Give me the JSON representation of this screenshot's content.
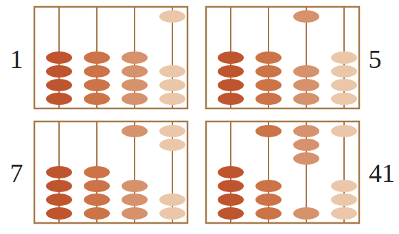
{
  "diagram": {
    "labels": [
      "1",
      "5",
      "7",
      "41"
    ]
  }
}
